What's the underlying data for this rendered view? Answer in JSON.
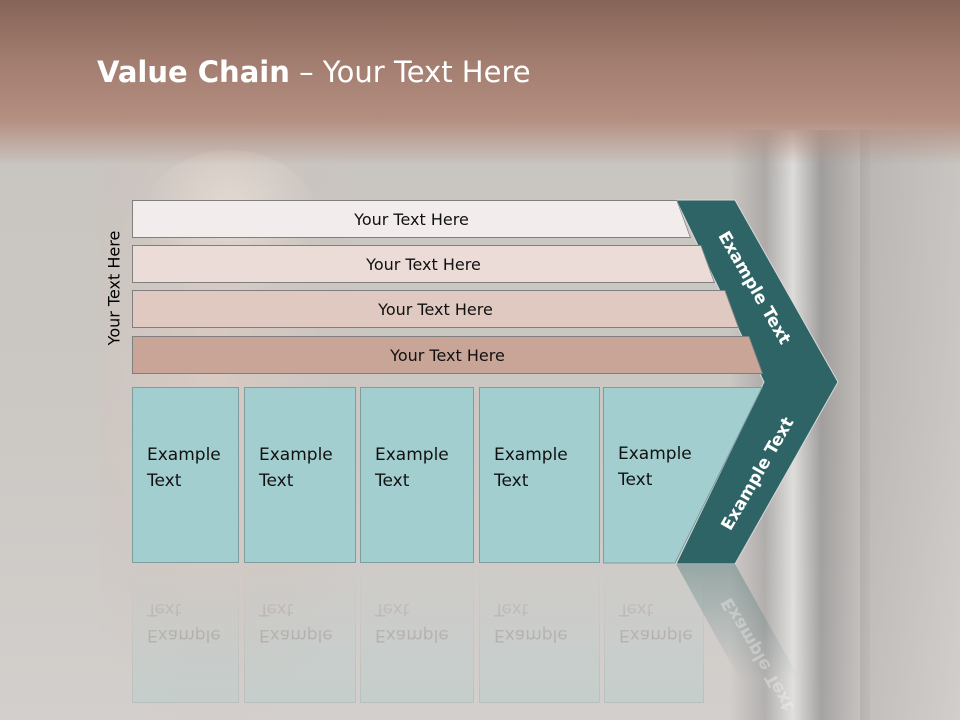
{
  "title": {
    "bold": "Value Chain",
    "rest": " – Your Text Here"
  },
  "side_label": "Your Text Here",
  "support_rows": [
    {
      "label": "Your Text Here",
      "fill": "#f3ecec"
    },
    {
      "label": "Your Text Here",
      "fill": "#ebdcd8"
    },
    {
      "label": "Your Text Here",
      "fill": "#dfc9c0"
    },
    {
      "label": "Your Text Here",
      "fill": "#c8a597"
    }
  ],
  "primary_columns": [
    {
      "label": "Example Text"
    },
    {
      "label": "Example Text"
    },
    {
      "label": "Example Text"
    },
    {
      "label": "Example Text"
    },
    {
      "label": "Example Text"
    }
  ],
  "margin_arrow": {
    "upper_label": "Example Text",
    "lower_label": "Example Text",
    "fill": "#2f6466"
  },
  "colors": {
    "header": "#a47f71",
    "primary_fill": "#a2ced0",
    "arrow": "#2f6466"
  }
}
